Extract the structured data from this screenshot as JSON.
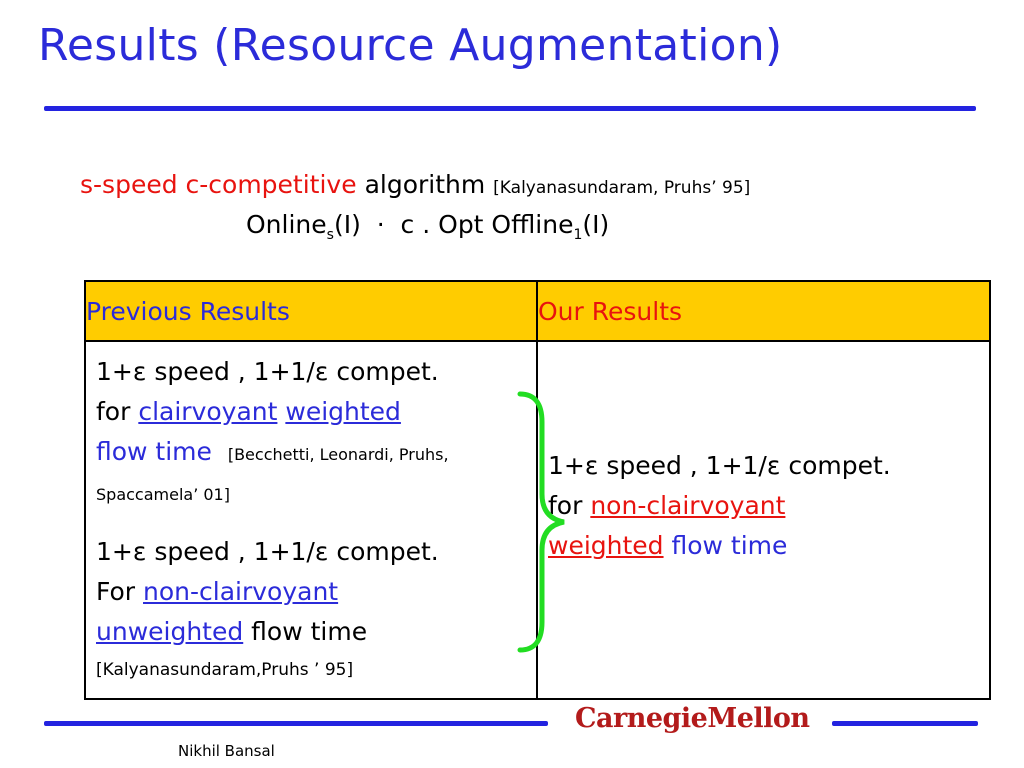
{
  "slide": {
    "title": "Results (Resource Augmentation)",
    "definition": {
      "term": "s-speed c-competitive",
      "word": "algorithm",
      "citation": "[Kalyanasundaram, Pruhs’ 95]",
      "formula_a": "Online",
      "formula_a_sub": "s",
      "formula_mid": "(I)  ·  c . Opt Offline",
      "formula_b_sub": "1",
      "formula_end": "(I)"
    },
    "table": {
      "header_previous": "Previous Results",
      "header_ours": "Our Results",
      "prev1": {
        "line1": "1+ε speed , 1+1/ε compet.",
        "for": "for ",
        "clairvoyant": "clairvoyant",
        "weighted": "weighted",
        "flow_time": "flow time",
        "cite": "[Becchetti, Leonardi, Pruhs, Spaccamela’ 01]"
      },
      "prev2": {
        "line1": "1+ε speed , 1+1/ε compet.",
        "for": "For ",
        "non_clairvoyant": "non-clairvoyant",
        "unweighted": "unweighted",
        "flow_time": " flow time",
        "cite": "[Kalyanasundaram,Pruhs ’ 95]"
      },
      "ours": {
        "line1": "1+ε speed , 1+1/ε compet.",
        "for": "for ",
        "non_clairvoyant": "non-clairvoyant",
        "weighted": "weighted",
        "flow_time": " flow time"
      }
    },
    "logo_text": "CarnegieMellon",
    "footer": "Nikhil Bansal",
    "colors": {
      "title_blue": "#2b2bd9",
      "term_red": "#e8130f",
      "header_fill": "#ffcc00",
      "brace_green": "#22dd22",
      "logo_red": "#b31b1b"
    }
  }
}
